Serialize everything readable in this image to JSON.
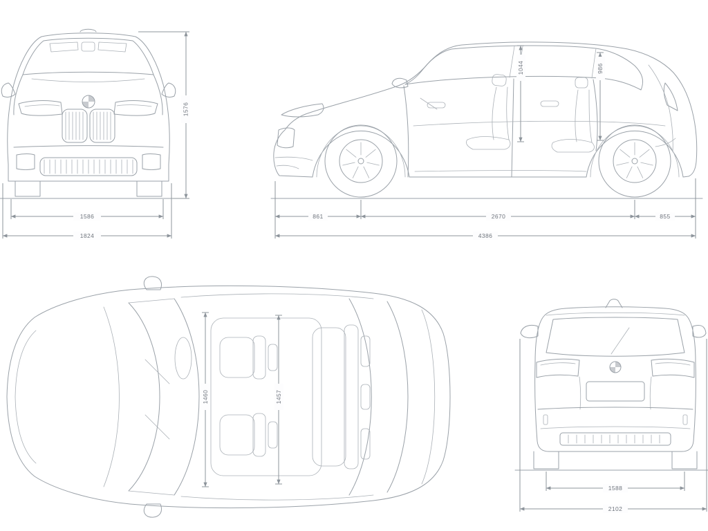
{
  "page": {
    "background": "#fdfdfd",
    "line_color": "#9aa1a8",
    "dim_line_color": "#8d949b",
    "text_color": "#6f757d"
  },
  "icons": {
    "brand": "bmw-roundel"
  },
  "views": {
    "front": {
      "name": "front-view",
      "dims": {
        "overall_height": "1576",
        "track_width": "1586",
        "overall_width": "1824"
      }
    },
    "side": {
      "name": "side-view",
      "dims": {
        "front_headroom": "1044",
        "rear_headroom": "986",
        "front_overhang": "861",
        "wheelbase": "2670",
        "rear_overhang": "855",
        "overall_length": "4386"
      }
    },
    "top": {
      "name": "top-view",
      "dims": {
        "front_interior_width": "1460",
        "rear_interior_width": "1457"
      }
    },
    "rear": {
      "name": "rear-view",
      "dims": {
        "rear_track_width": "1588",
        "width_incl_mirrors": "2102"
      }
    }
  }
}
